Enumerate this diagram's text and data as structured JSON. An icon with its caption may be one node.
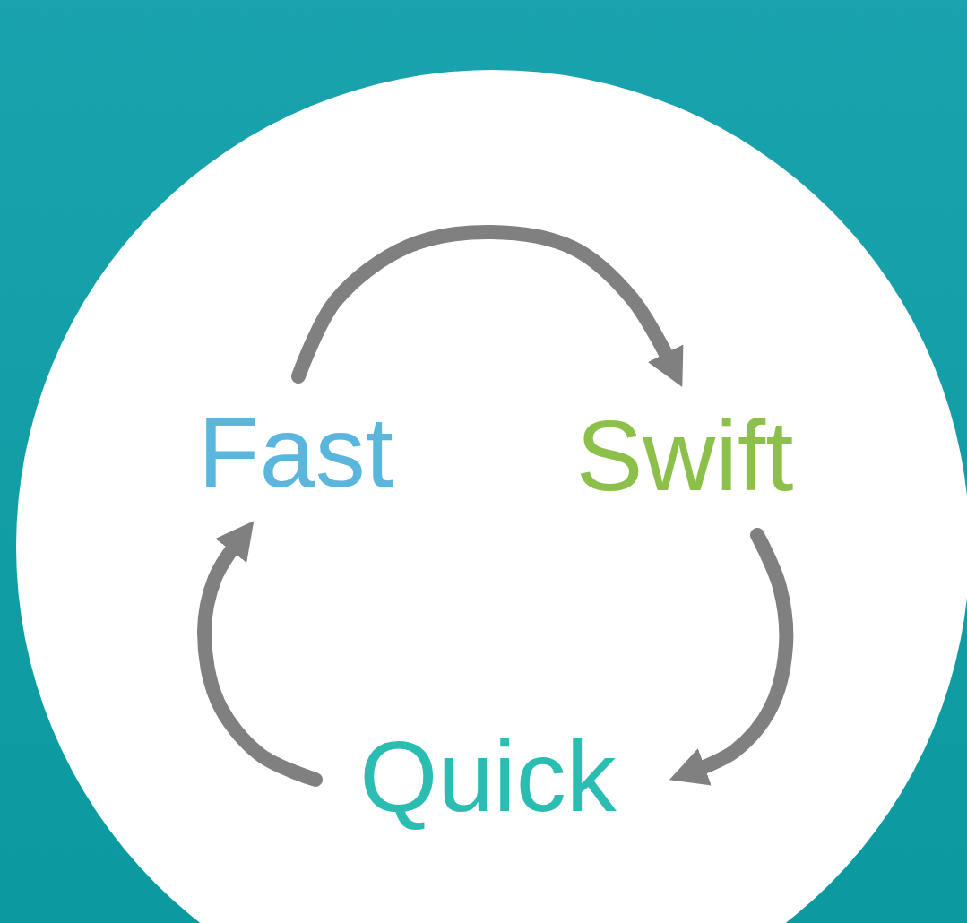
{
  "diagram": {
    "nodes": [
      {
        "text": [
          "Fast"
        ]
      },
      {
        "text": [
          "Swift"
        ]
      },
      {
        "text": [
          "Quick"
        ]
      }
    ],
    "edges": [
      {
        "from": 0,
        "to": 1,
        "arrow": "to"
      },
      {
        "from": 1,
        "to": 2,
        "arrow": "to"
      },
      {
        "from": 2,
        "to": 0,
        "arrow": "to"
      }
    ]
  }
}
